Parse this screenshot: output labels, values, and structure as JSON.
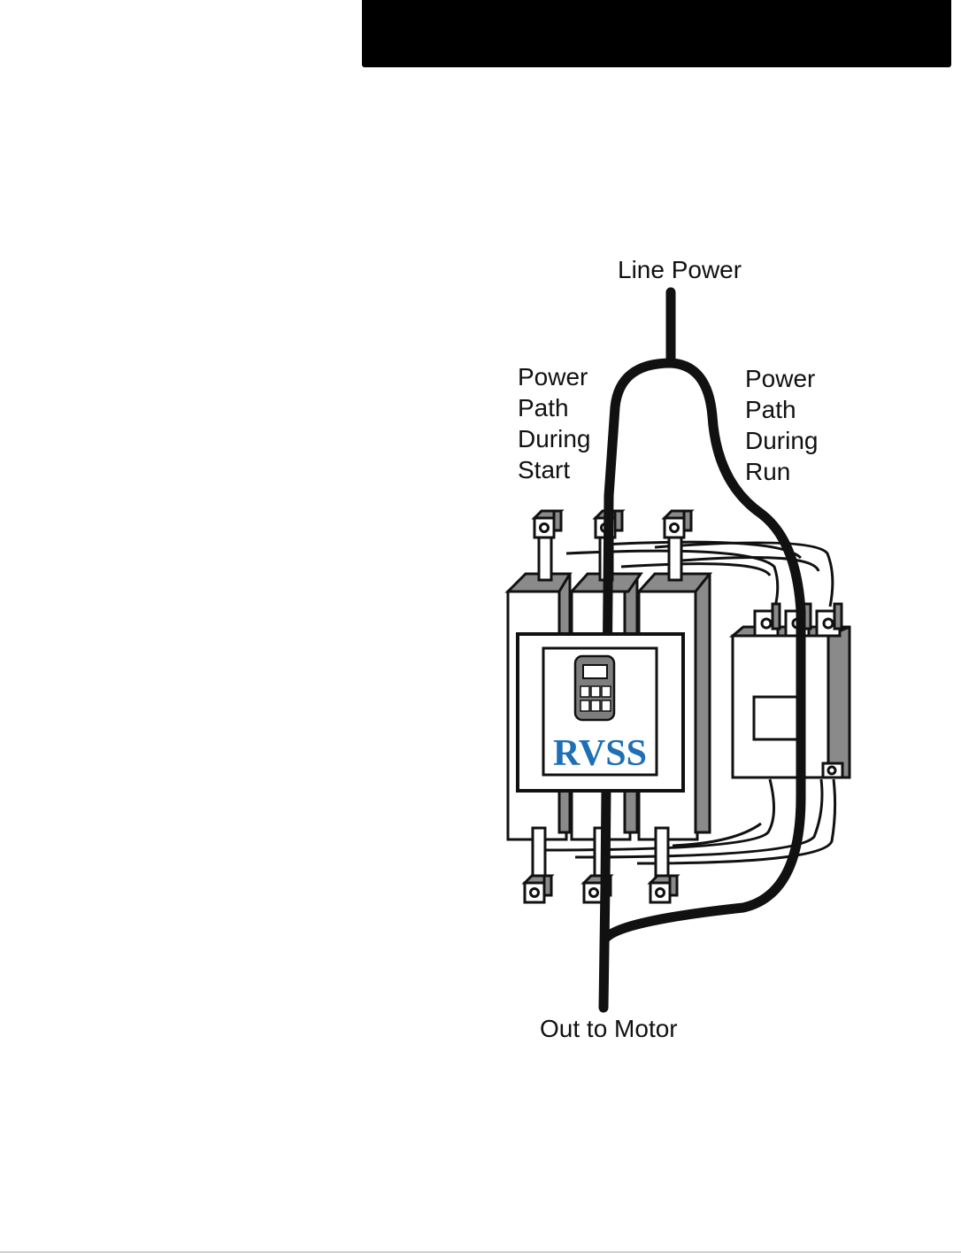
{
  "labels": {
    "line_power": "Line Power",
    "start_path": [
      "Power",
      "Path",
      "During",
      "Start"
    ],
    "run_path": [
      "Power",
      "Path",
      "During",
      "Run"
    ],
    "out_to_motor": "Out to Motor",
    "logo": "RVSS"
  },
  "colors": {
    "header": "#000000",
    "logo_text": "#1f6fb5",
    "wire": "#111111",
    "panel_shadow": "#8a8a8a"
  }
}
